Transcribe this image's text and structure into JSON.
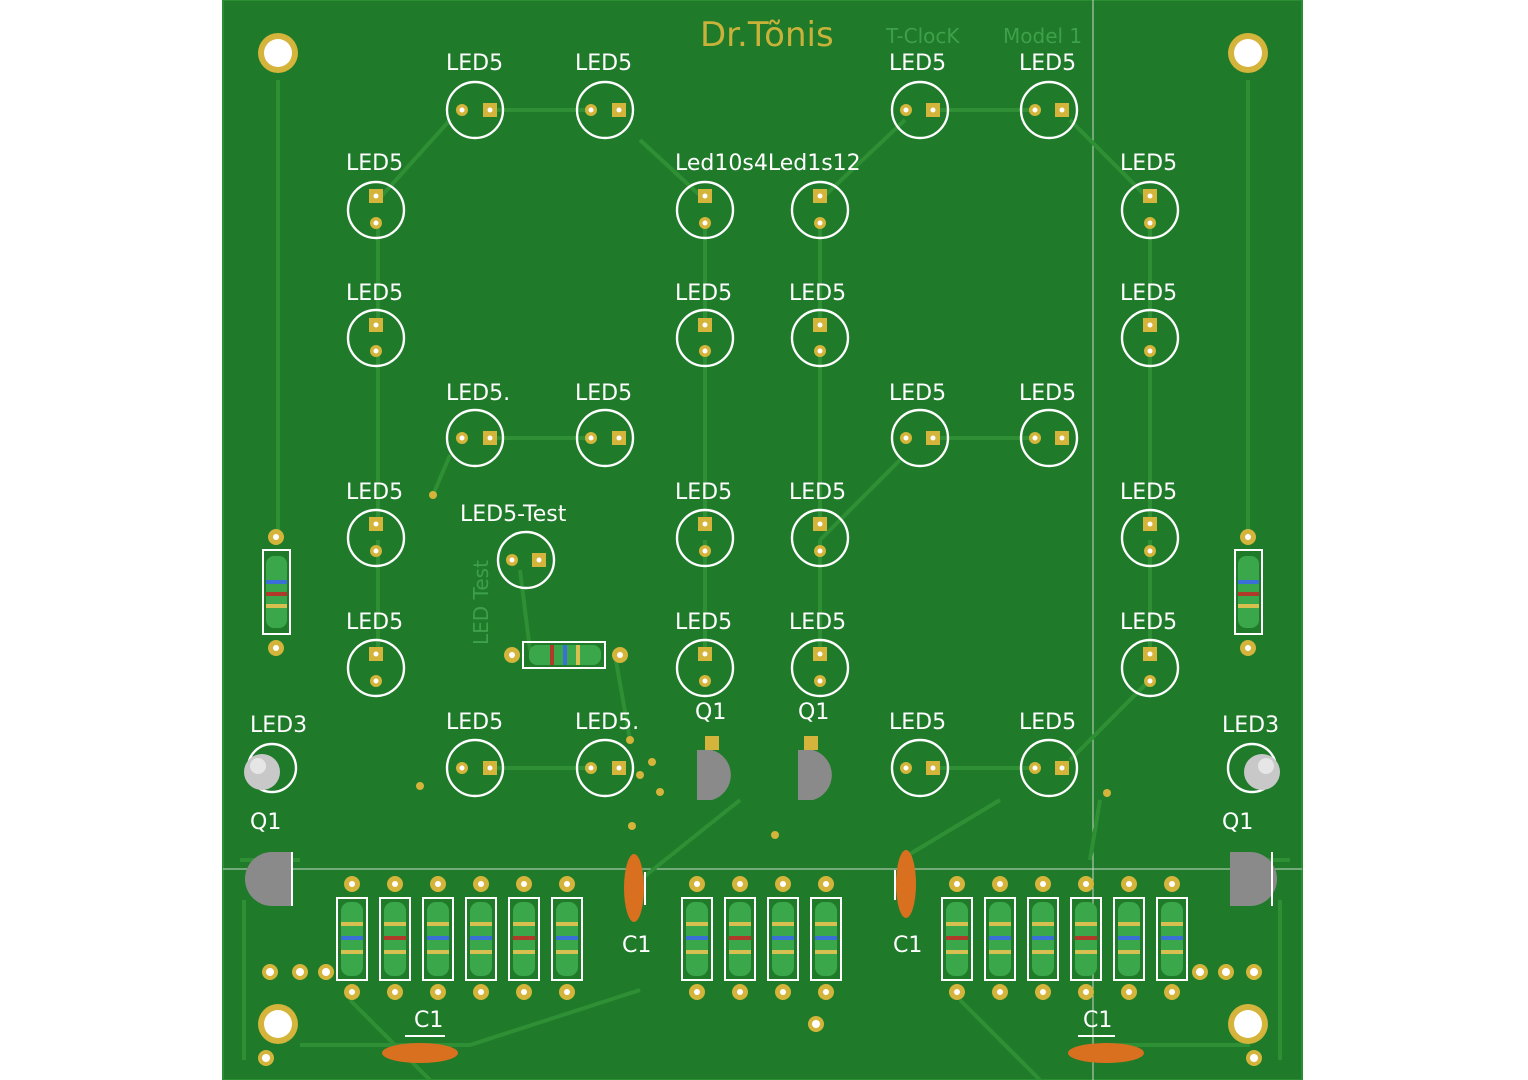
{
  "board": {
    "brand": "Dr.Tõnis",
    "faint_project": "T-ClocK",
    "faint_model": "Model 1",
    "faint_test": "LED Test",
    "colors": {
      "background": "#ffffff",
      "board": "#1f7a2a",
      "copper": "#d4b43a",
      "silk": "#ffffff",
      "trace": "#2f8f35",
      "capacitor": "#d9701f",
      "resistor_body": "#3aa84a",
      "transistor": "#8a8a8a"
    }
  },
  "labels": {
    "led5": "LED5",
    "led5_dot": "LED5.",
    "led5_test": "LED5-Test",
    "led3": "LED3",
    "q1": "Q1",
    "c1": "C1",
    "led10": "Led10s4Led1s12"
  }
}
